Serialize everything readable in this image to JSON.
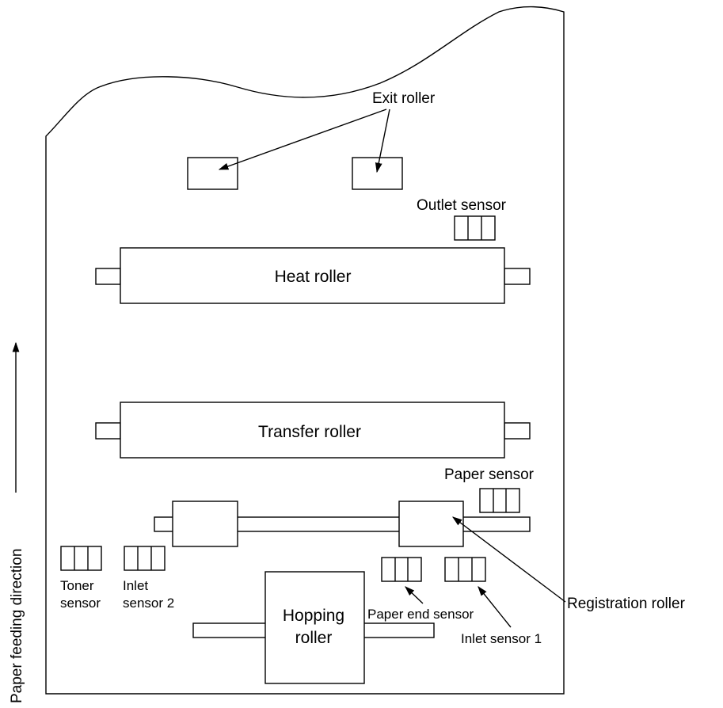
{
  "labels": {
    "exit_roller": "Exit roller",
    "outlet_sensor": "Outlet sensor",
    "heat_roller": "Heat roller",
    "transfer_roller": "Transfer roller",
    "paper_sensor": "Paper sensor",
    "toner_sensor_1": "Toner",
    "toner_sensor_2": "sensor",
    "inlet_sensor2_1": "Inlet",
    "inlet_sensor2_2": "sensor 2",
    "hopping_roller_1": "Hopping",
    "hopping_roller_2": "roller",
    "paper_end_sensor": "Paper end sensor",
    "inlet_sensor_1": "Inlet sensor 1",
    "registration_roller": "Registration roller",
    "paper_feeding_direction": "Paper feeding direction"
  }
}
